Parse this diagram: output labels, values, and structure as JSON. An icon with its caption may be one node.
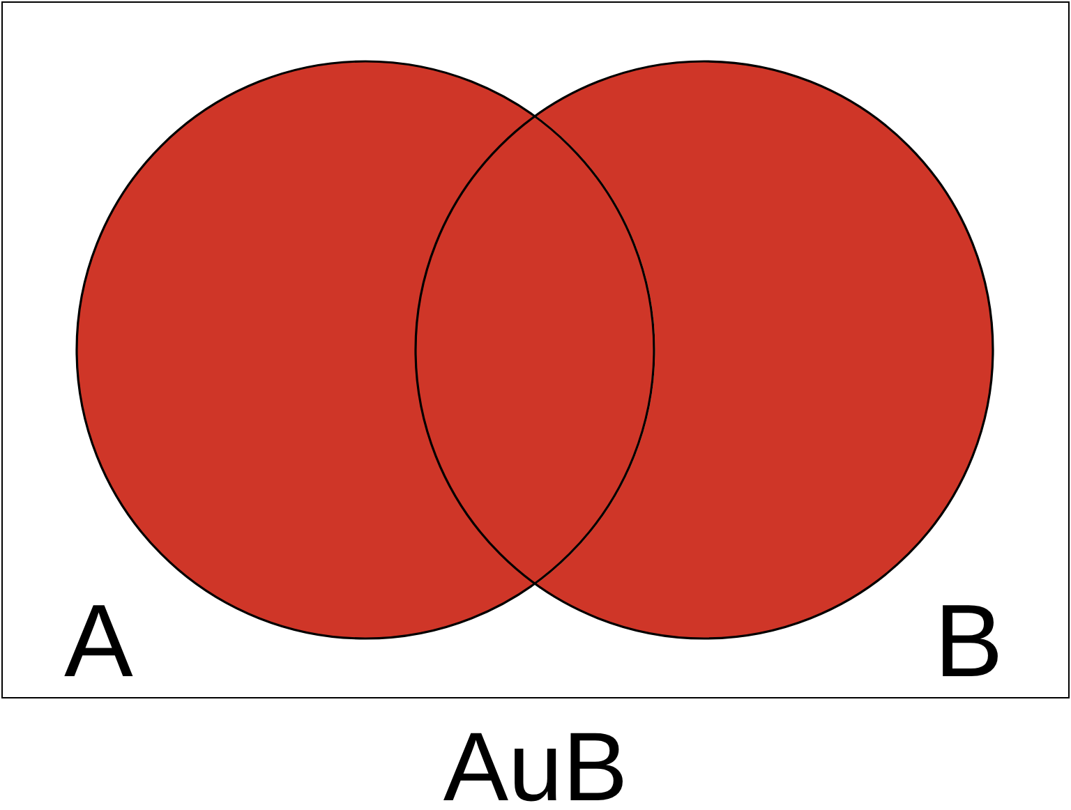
{
  "diagram": {
    "caption": "AuB",
    "nodes": [
      {
        "text": [
          "A"
        ]
      },
      {
        "text": [
          "B"
        ]
      }
    ]
  }
}
